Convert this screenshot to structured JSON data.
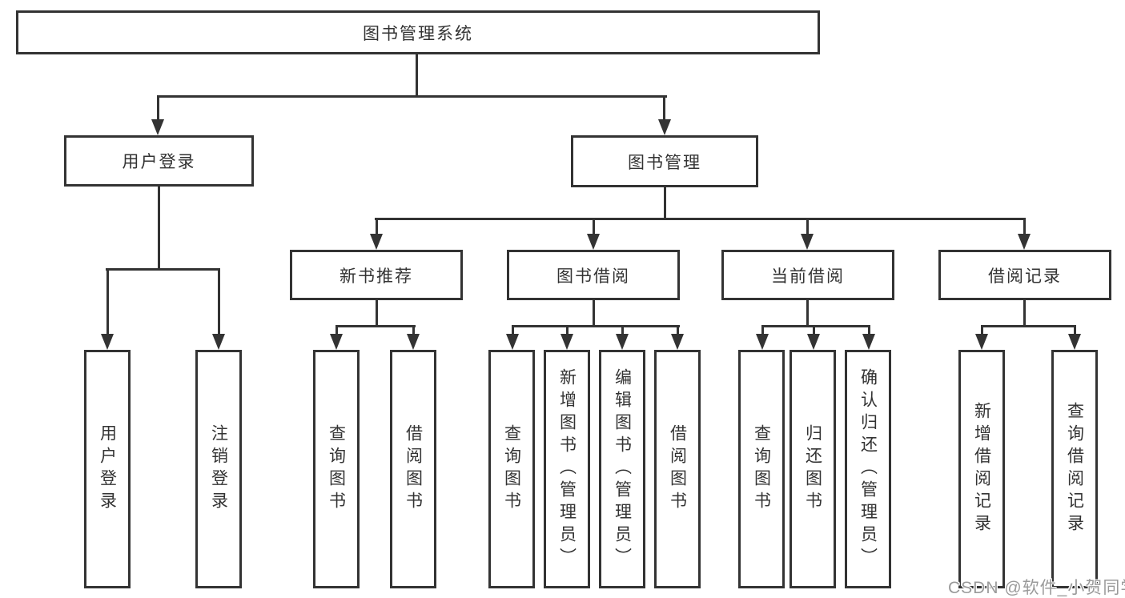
{
  "diagram": {
    "root": {
      "label": "图书管理系统"
    },
    "branches": [
      {
        "label": "用户登录",
        "children": [
          {
            "label": "用户登录"
          },
          {
            "label": "注销登录"
          }
        ]
      },
      {
        "label": "图书管理",
        "children": [
          {
            "label": "新书推荐",
            "children": [
              {
                "label": "查询图书"
              },
              {
                "label": "借阅图书"
              }
            ]
          },
          {
            "label": "图书借阅",
            "children": [
              {
                "label": "查询图书"
              },
              {
                "label": "新增图书（管理员）"
              },
              {
                "label": "编辑图书（管理员）"
              },
              {
                "label": "借阅图书"
              }
            ]
          },
          {
            "label": "当前借阅",
            "children": [
              {
                "label": "查询图书"
              },
              {
                "label": "归还图书"
              },
              {
                "label": "确认归还（管理员）"
              }
            ]
          },
          {
            "label": "借阅记录",
            "children": [
              {
                "label": "新增借阅记录"
              },
              {
                "label": "查询借阅记录"
              }
            ]
          }
        ]
      }
    ]
  },
  "watermark": {
    "text": "CSDN @软件_小贺同学"
  },
  "colors": {
    "line": "#333333",
    "box_background": "#ffffff",
    "text": "#333333",
    "watermark": "#9a9a9a"
  }
}
